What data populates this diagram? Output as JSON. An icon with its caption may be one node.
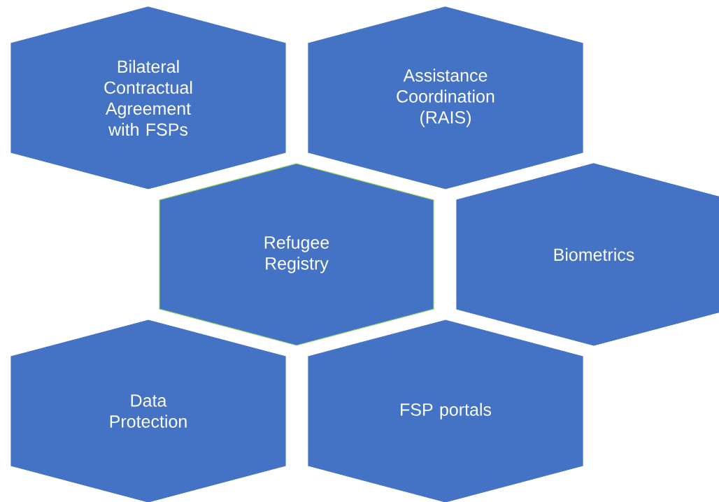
{
  "diagram": {
    "nodes": [
      {
        "text": [
          "Bilateral Contractual Agreement with FSPs"
        ]
      },
      {
        "text": [
          "Assistance Coordination (RAIS)"
        ]
      },
      {
        "text": [
          "Refugee Registry"
        ]
      },
      {
        "text": [
          "Biometrics"
        ]
      },
      {
        "text": [
          "Data Protection"
        ]
      },
      {
        "text": [
          "FSP portals"
        ]
      }
    ]
  }
}
